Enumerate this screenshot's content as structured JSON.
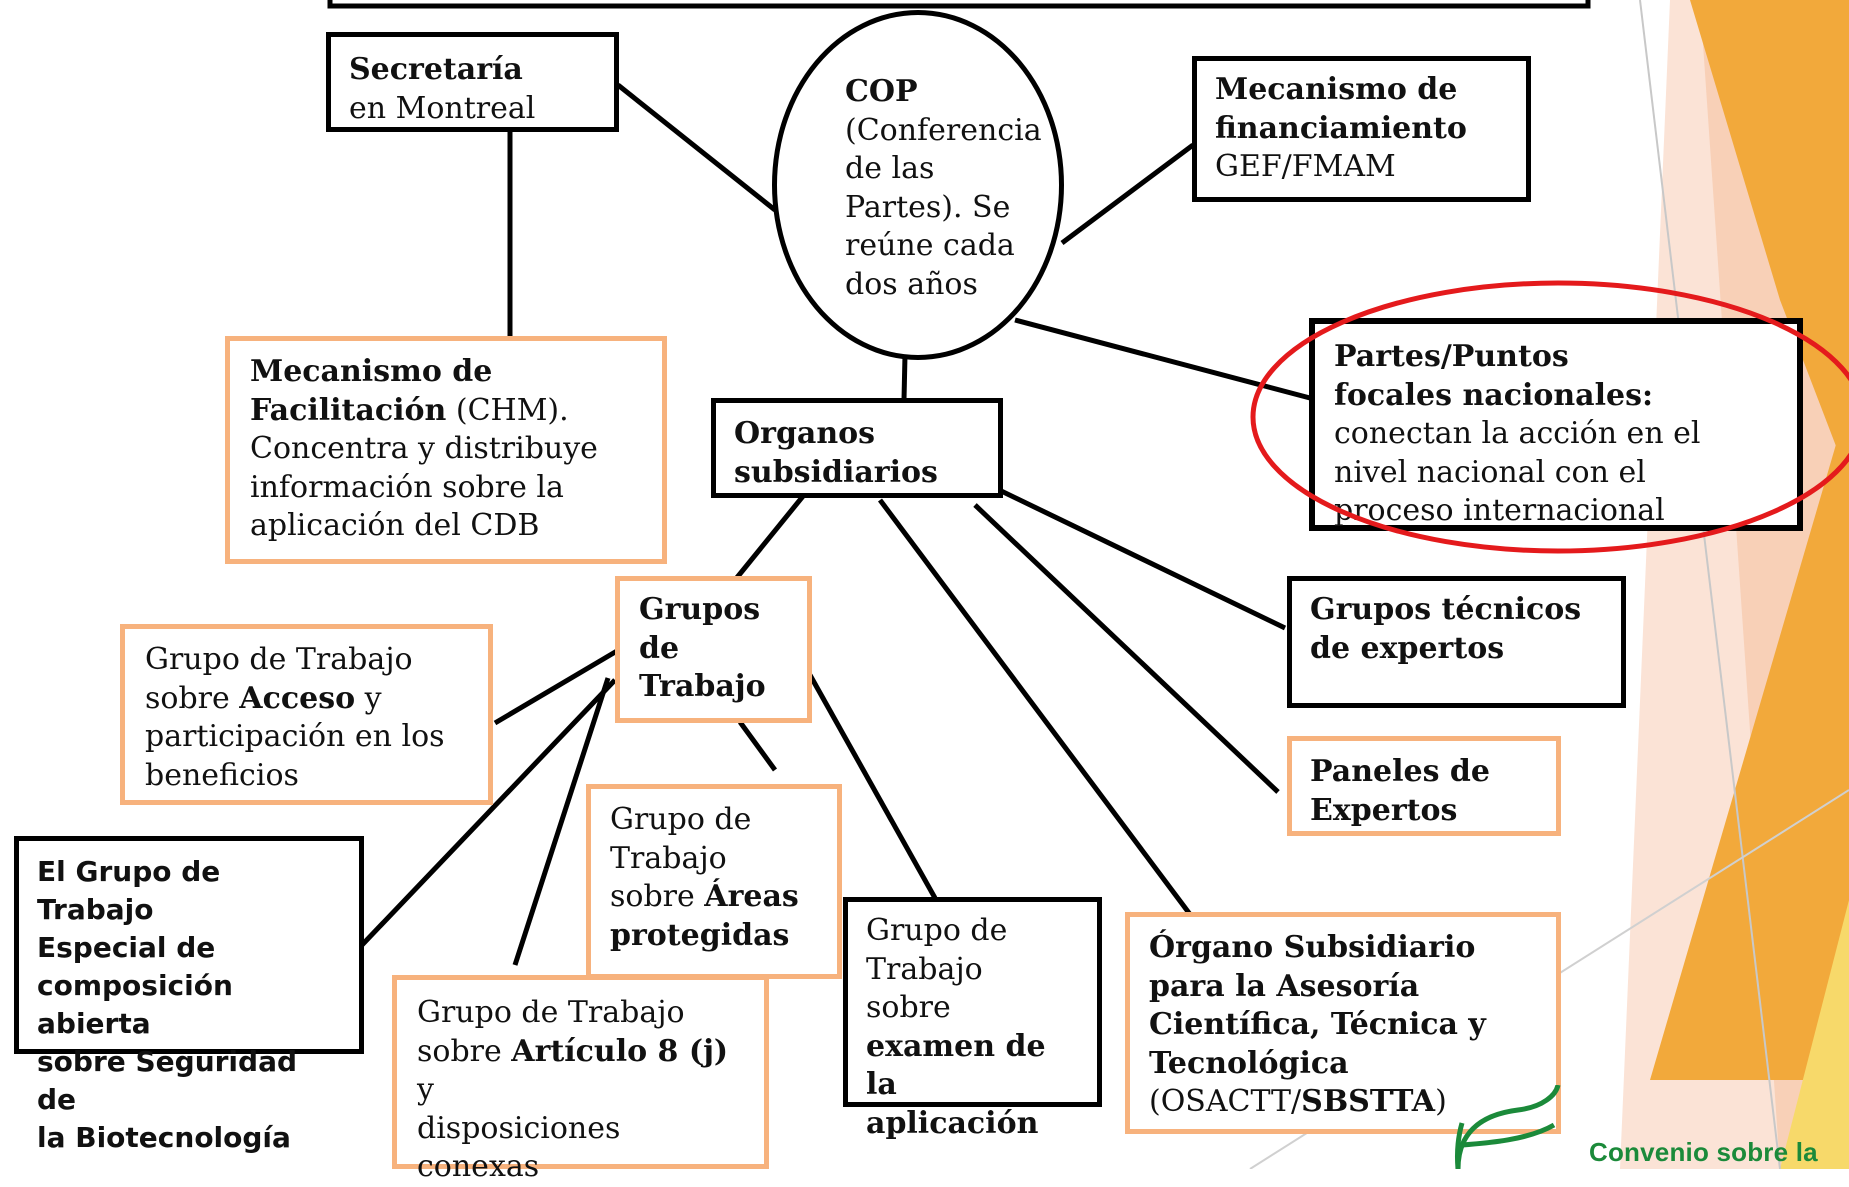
{
  "colors": {
    "black_border": "#000000",
    "orange_border": "#f7b27d",
    "ellipse_highlight": "#e41a1c",
    "logo_green": "#1b8a3a",
    "accent_orange": "#f2a93b"
  },
  "cop": {
    "title": "COP",
    "line1": "(Conferencia",
    "line2": "de las",
    "line3": "Partes). Se",
    "line4": "reúne cada",
    "line5": "dos años"
  },
  "secretaria": {
    "title": "Secretaría",
    "sub": "en Montreal"
  },
  "financiamiento": {
    "title1": "Mecanismo de",
    "title2": "financiamiento",
    "sub": "GEF/FMAM"
  },
  "chm": {
    "title1": "Mecanismo de",
    "title2": "Facilitación",
    "suffix": " (CHM).",
    "line3": "Concentra y distribuye",
    "line4": "información sobre la",
    "line5": "aplicación del CDB"
  },
  "partes": {
    "title1": "Partes/Puntos",
    "title2": "focales nacionales:",
    "line3": "conectan la acción en el",
    "line4": "nivel nacional con el",
    "line5": "proceso internacional"
  },
  "organos": {
    "line1": "Organos",
    "line2": "subsidiarios"
  },
  "grupos": {
    "line1": "Grupos",
    "line2": "de",
    "line3": "Trabajo"
  },
  "tecnicos": {
    "line1": "Grupos técnicos",
    "line2": "de expertos"
  },
  "paneles": {
    "line1": "Paneles de",
    "line2": "Expertos"
  },
  "acceso": {
    "line1": "Grupo de Trabajo",
    "pre2": "sobre ",
    "bold2": "Acceso",
    "post2": " y",
    "line3": "participación en los",
    "line4": "beneficios"
  },
  "bioseg": {
    "line1": "El Grupo de Trabajo",
    "line2": "Especial de",
    "line3": "composición abierta",
    "line4": "sobre Seguridad de",
    "line5": "la Biotecnología"
  },
  "areas": {
    "line1": "Grupo de",
    "line2": "Trabajo",
    "pre3": "sobre ",
    "bold3": "Áreas",
    "line4": "protegidas"
  },
  "articulo": {
    "line1": "Grupo de Trabajo",
    "pre2": "sobre ",
    "bold2": "Artículo 8 (j)",
    "post2": " y",
    "line3": "disposiciones",
    "line4": "conexas"
  },
  "examen": {
    "line1": "Grupo de",
    "line2": "Trabajo",
    "line3": "sobre",
    "line4": "examen de",
    "line5": "la aplicación"
  },
  "osactt": {
    "line1": "Órgano Subsidiario",
    "line2": "para la Asesoría",
    "line3": "Científica, Técnica y",
    "line4": "Tecnológica",
    "pre5": "(OSACTT/",
    "bold5": "SBSTTA",
    "post5": ")"
  },
  "logo": {
    "text": "Convenio sobre la"
  }
}
